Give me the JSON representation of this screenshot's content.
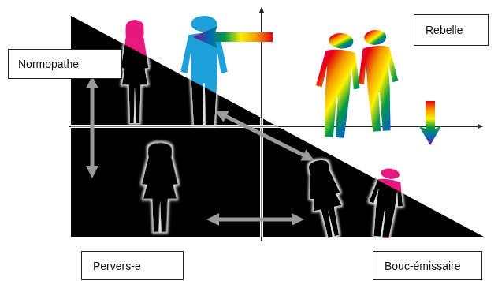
{
  "diagram": {
    "nodes": [
      {
        "text": [
          "Normopathe"
        ]
      },
      {
        "text": [
          "Rebelle"
        ]
      },
      {
        "text": [
          "Pervers-e"
        ]
      },
      {
        "text": [
          "Bouc-émissaire"
        ]
      }
    ]
  }
}
